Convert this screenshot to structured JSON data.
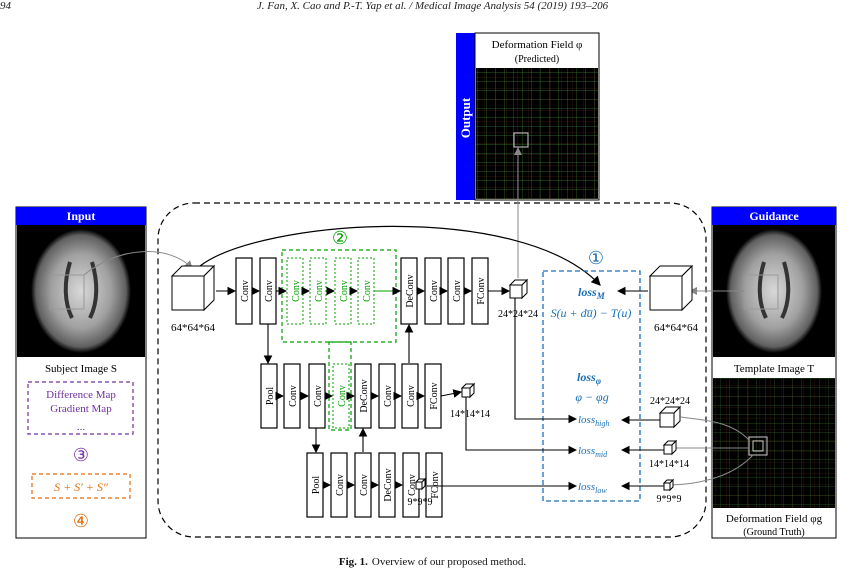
{
  "header": {
    "page_number": "94",
    "running_title": "J. Fan, X. Cao and P.-T. Yap et al. / Medical Image Analysis 54 (2019) 193–206"
  },
  "output_panel": {
    "side_label": "Output",
    "title": "Deformation Field φ",
    "subtitle": "(Predicted)"
  },
  "input_panel": {
    "title": "Input",
    "subject_label": "Subject Image S",
    "maps": [
      "Difference Map",
      "Gradient Map",
      "..."
    ],
    "circle3": "③",
    "formula": "S + S′ + S″",
    "circle4": "④"
  },
  "guidance_panel": {
    "title": "Guidance",
    "template_label": "Template Image T",
    "gt_title": "Deformation Field φg",
    "gt_subtitle": "(Ground Truth)"
  },
  "network": {
    "circle1": "①",
    "circle2": "②",
    "level1_blocks": [
      "Conv",
      "Conv",
      "Conv",
      "Conv",
      "Conv",
      "Conv",
      "DeConv",
      "Conv",
      "Conv",
      "FConv"
    ],
    "level2_blocks": [
      "Pool",
      "Conv",
      "Conv",
      "Conv",
      "DeConv",
      "Conv",
      "Conv",
      "FConv"
    ],
    "level3_blocks": [
      "Pool",
      "Conv",
      "Conv",
      "DeConv",
      "Conv",
      "FConv"
    ],
    "input_size": "64*64*64",
    "template_size": "64*64*64",
    "out1_size": "24*24*24",
    "out2_size": "14*14*14",
    "out3_size": "9*9*9",
    "gt_sizes": [
      "24*24*24",
      "14*14*14",
      "9*9*9"
    ]
  },
  "losses": {
    "lossM": "loss",
    "lossM_sub": "M",
    "lossM_formula": "S(u + du̅) − T(u)",
    "lossPhi": "loss",
    "lossPhi_sub": "φ",
    "lossPhi_formula": "φ − φg",
    "high": "loss",
    "high_sub": "high",
    "mid": "loss",
    "mid_sub": "mid",
    "low": "loss",
    "low_sub": "low"
  },
  "caption": {
    "label": "Fig. 1.",
    "text": "Overview of our proposed method."
  },
  "colors": {
    "blue_header": "#0000ff",
    "green_box": "#00a000",
    "loss_blue": "#1a6fb8",
    "purple": "#7030a0",
    "orange": "#e36c09"
  }
}
